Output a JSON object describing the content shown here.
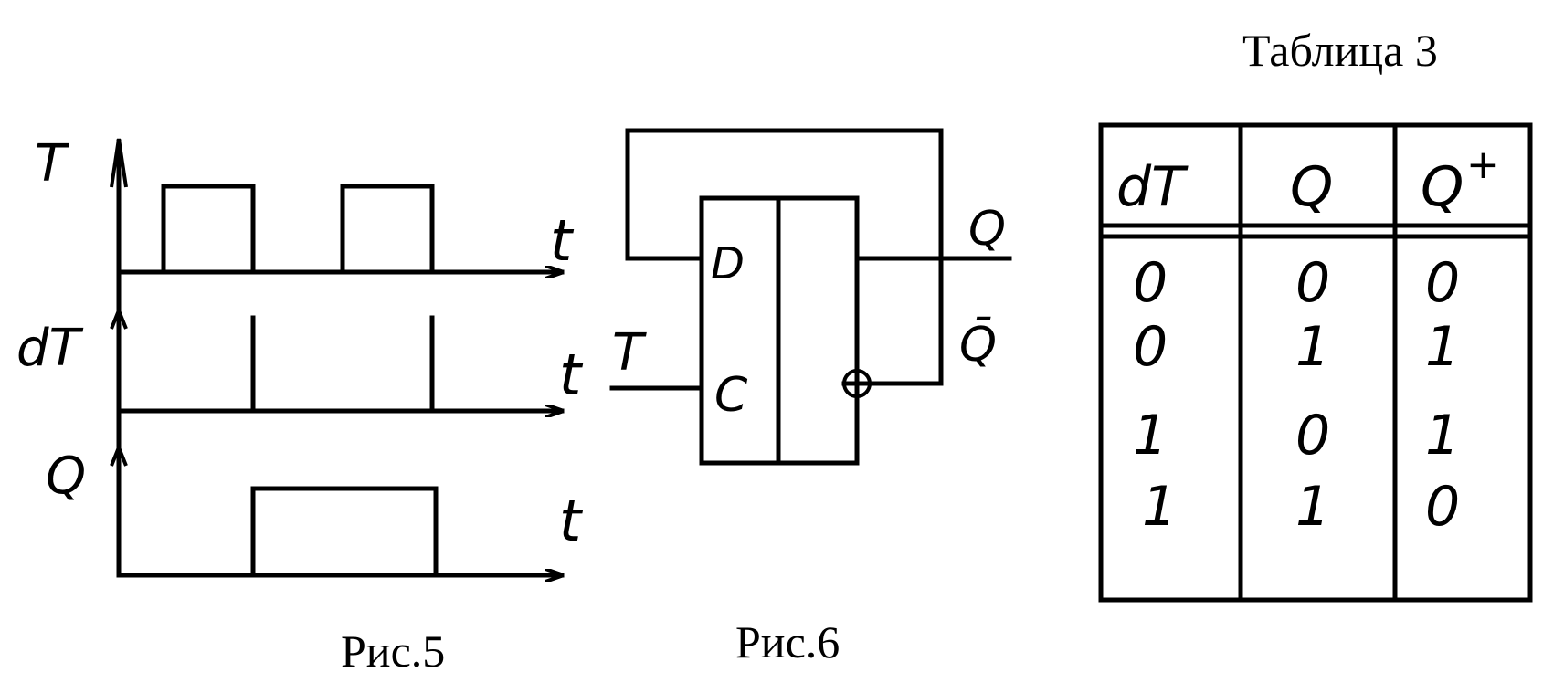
{
  "fig5": {
    "caption": "Рис.5",
    "signals": [
      {
        "label": "T",
        "time_label": "t",
        "high_intervals": [
          [
            0.5,
            1.5
          ],
          [
            2.5,
            3.5
          ]
        ]
      },
      {
        "label": "dT",
        "time_label": "t",
        "pulses": [
          1.5,
          3.5
        ]
      },
      {
        "label": "Q",
        "time_label": "t",
        "high_intervals": [
          [
            1.5,
            3.5
          ]
        ]
      }
    ]
  },
  "fig6": {
    "caption": "Рис.6",
    "inputs": {
      "d": "D",
      "c": "C"
    },
    "clock_label": "T",
    "outputs": {
      "q": "Q",
      "qbar": "Q̄"
    }
  },
  "table3": {
    "title": "Таблица 3",
    "headers": [
      "dT",
      "Q",
      "Q",
      "+"
    ],
    "rows": [
      [
        "0",
        "0",
        "0"
      ],
      [
        "0",
        "1",
        "1"
      ],
      [
        "1",
        "0",
        "1"
      ],
      [
        "1",
        "1",
        "0"
      ]
    ]
  }
}
